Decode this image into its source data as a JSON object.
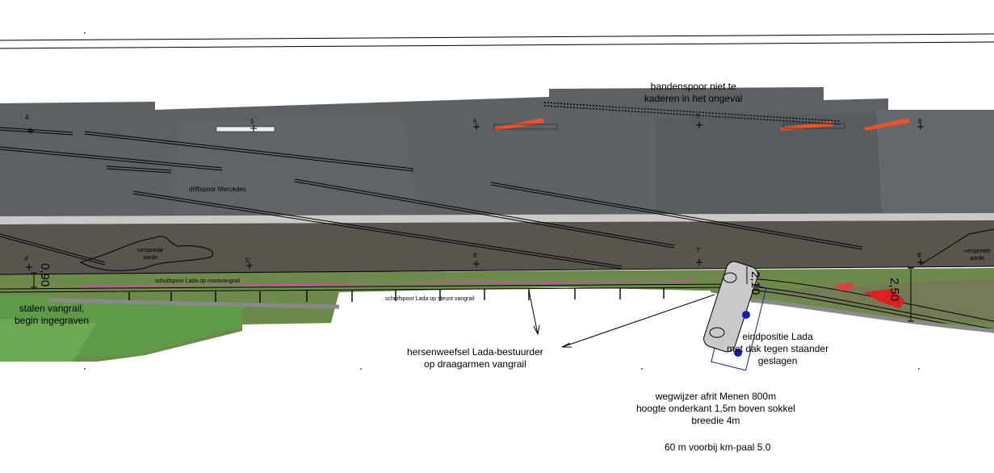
{
  "points": {
    "p4": "4",
    "p5": "5",
    "p6": "6",
    "p7": "7",
    "p8": "8",
    "p4b": "4'",
    "p5b": "5'",
    "p6b": "6'",
    "p7b": "7'",
    "p8b": "8'"
  },
  "labels": {
    "tire_mark": "bandenspoor niet te\nkaderen in het ongeval",
    "drift_mark": "driftspoor Mercedes",
    "scattered_dirt_left": "verspreide\naarde",
    "scattered_dirt_right": "verspreide\naarde",
    "scrape_mark_1": "schuifspoor Lada op montvangrail",
    "scrape_mark_2": "schuifspoor Lada op steunt vangrail",
    "guardrail": "stalen vangrail,\nbegin ingegraven",
    "brain_tissue": "hersenweefsel Lada-bestuurder\nop draagarmen vangrail",
    "final_position": "eindpositie Lada\nmet dak tegen staander\ngeslagen",
    "sign": "wegwijzer afrit Menen 800m\nhoogte onderkant 1,5m boven sokkel\nbreedie 4m",
    "km_post": "60 m voorbij km-paal 5.0"
  },
  "dimensions": {
    "d1": "0,90",
    "d2": "2,10",
    "d3": "2,50"
  },
  "colors": {
    "asphalt": "#5d6064",
    "grass": "#6d8a4c",
    "marker_orange": "#e8542a",
    "lada_blue": "#1a1aa8"
  }
}
